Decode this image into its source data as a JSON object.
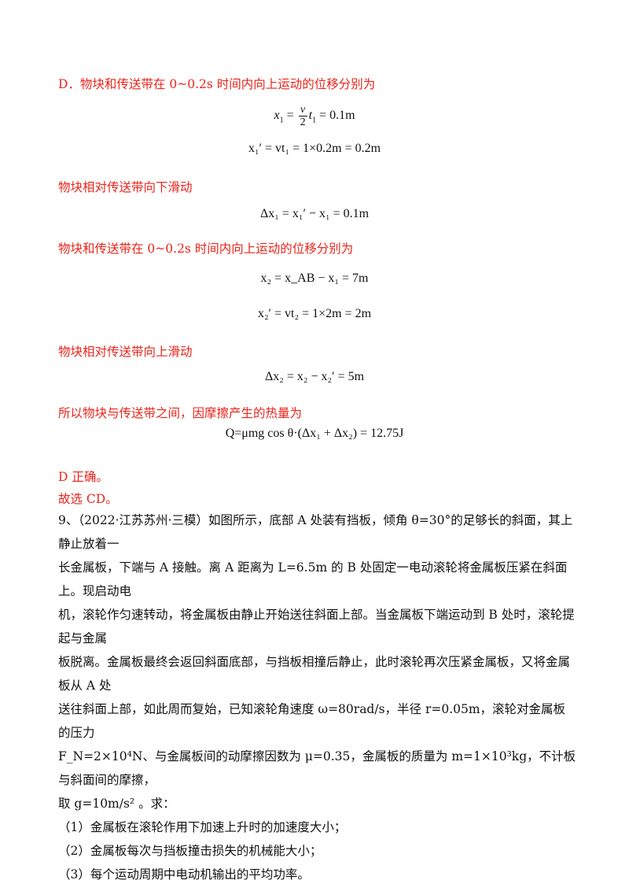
{
  "red_lines": {
    "d_title": "D．物块和传送带在 0~0.2s 时间内向上运动的位移分别为",
    "rel_down": "物块相对传送带向下滑动",
    "second_title": "物块和传送带在 0~0.2s 时间内向上运动的位移分别为",
    "rel_up": "物块相对传送带向上滑动",
    "heat": "所以物块与传送带之间，因摩擦产生的热量为",
    "d_correct": "D 正确。",
    "choose": "故选 CD。"
  },
  "equations": {
    "eq1": {
      "lhs": "x",
      "lhs_sub": "1",
      "frac_num": "v",
      "frac_den": "2",
      "t": "t",
      "t_sub": "1",
      "rhs": " = 0.1m"
    },
    "eq2": "x₁′ = vt₁ = 1×0.2m = 0.2m",
    "eq3": "Δx₁ = x₁′ − x₁ = 0.1m",
    "eq4": "x₂ = x_AB − x₁ = 7m",
    "eq5": "x₂′ = vt₂ = 1×2m = 2m",
    "eq6": "Δx₂ = x₂ − x₂′ = 5m",
    "eq7": "Q=μmg cos θ·(Δx₁ + Δx₂) = 12.75J"
  },
  "question": {
    "number": "9、",
    "source": "（2022·江苏苏州·三模）",
    "line1": "如图所示，底部 A 处装有挡板，倾角 θ=30°的足够长的斜面，其上静止放着一",
    "line2": "长金属板，下端与 A 接触。离 A 距离为 L=6.5m 的 B 处固定一电动滚轮将金属板压紧在斜面上。现启动电",
    "line3": "机，滚轮作匀速转动，将金属板由静止开始送往斜面上部。当金属板下端运动到 B 处时，滚轮提起与金属",
    "line4": "板脱离。金属板最终会返回斜面底部，与挡板相撞后静止，此时滚轮再次压紧金属板，又将金属板从 A 处",
    "line5": "送往斜面上部，如此周而复始，已知滚轮角速度 ω=80rad/s，半径 r=0.05m，滚轮对金属板的压力",
    "line6": "F_N=2×10⁴N、与金属板间的动摩擦因数为 μ=0.35，金属板的质量为 m=1×10³kg，不计板与斜面间的摩擦，",
    "line7": "取 g=10m/s² 。求：",
    "sub1": "（1）金属板在滚轮作用下加速上升时的加速度大小；",
    "sub2": "（2）金属板每次与挡板撞击损失的机械能大小；",
    "sub3": "（3）每个运动周期中电动机输出的平均功率。"
  }
}
